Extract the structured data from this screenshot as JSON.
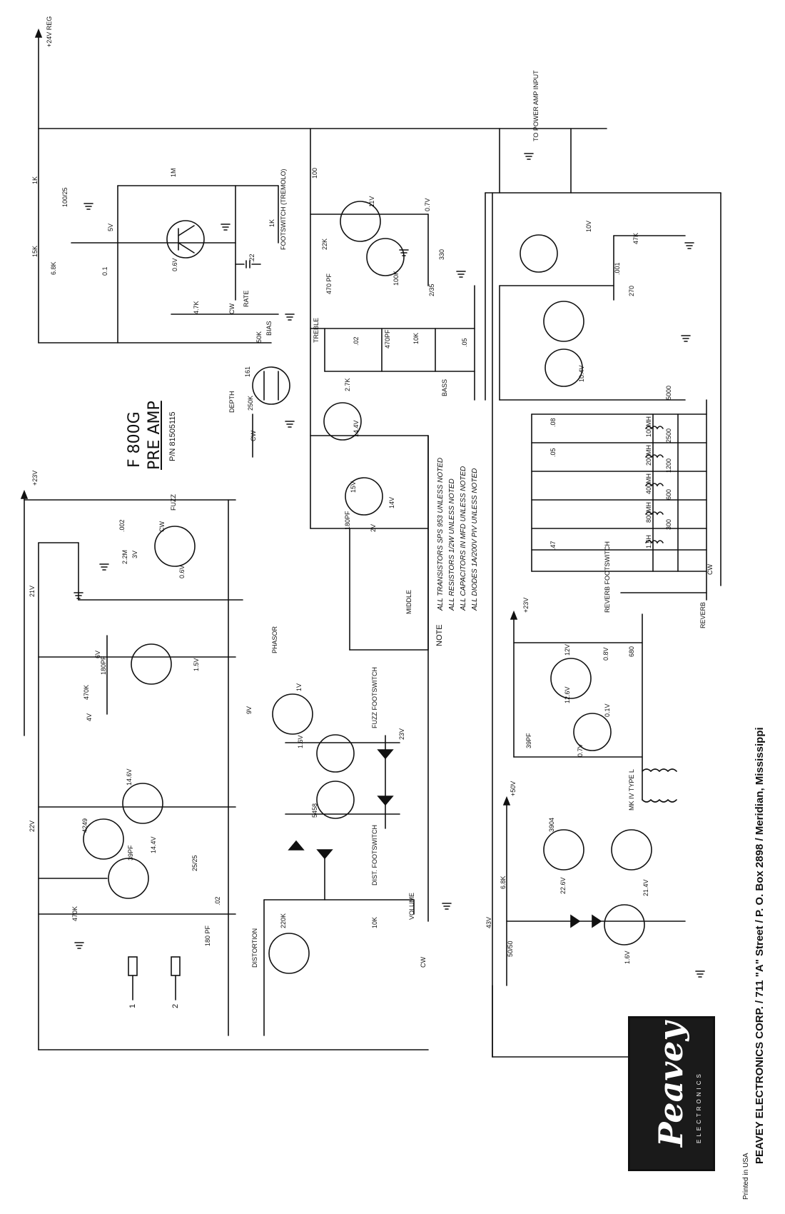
{
  "title": {
    "model": "F 800G",
    "subtitle": "PRE AMP",
    "part_number": "P/N 81505115"
  },
  "notes": {
    "heading": "NOTE",
    "lines": [
      "ALL TRANSISTORS SPS 953 UNLESS NOTED",
      "ALL RESISTORS 1/2W UNLESS NOTED",
      "ALL CAPACITORS IN MFD UNLESS NOTED",
      "ALL DIODES 1A/200V PIV UNLESS NOTED"
    ]
  },
  "rails": {
    "reg24": "+24V REG",
    "v23_top": "+23V",
    "v23_reverb": "+23V",
    "v50": "+50V",
    "power_amp": "TO POWER AMP INPUT"
  },
  "controls": {
    "rate": "RATE",
    "bias": "BIAS",
    "depth": "DEPTH",
    "treble": "TREBLE",
    "bass": "BASS",
    "middle": "MIDDLE",
    "fuzz": "FUZZ",
    "phasor": "PHASOR",
    "distortion": "DISTORTION",
    "volume": "VOLUME",
    "reverb": "REVERB",
    "reverb_fs": "REVERB FOOTSWITCH",
    "fuzz_fs": "FUZZ FOOTSWITCH",
    "dist_fs": "DIST. FOOTSWITCH",
    "trem_fs": "FOOTSWITCH (TREMOLO)",
    "cw": "CW",
    "tank": "MK IV TYPE L",
    "input1": "1",
    "input2": "2"
  },
  "components": [
    {
      "text": "1K"
    },
    {
      "text": "100/25"
    },
    {
      "text": "15K"
    },
    {
      "text": "6.8K"
    },
    {
      "text": "0.1"
    },
    {
      "text": "5V"
    },
    {
      "text": "1M"
    },
    {
      "text": "0.6V"
    },
    {
      "text": "4.7K"
    },
    {
      "text": "50K"
    },
    {
      "text": ".22"
    },
    {
      "text": "1K"
    },
    {
      "text": "100"
    },
    {
      "text": "22K"
    },
    {
      "text": "11V"
    },
    {
      "text": "0.7V"
    },
    {
      "text": "330"
    },
    {
      "text": "470 PF"
    },
    {
      "text": "100K"
    },
    {
      "text": "2/35"
    },
    {
      "text": ".02"
    },
    {
      "text": "470PF"
    },
    {
      "text": "10K"
    },
    {
      "text": ".05"
    },
    {
      "text": "2.7K"
    },
    {
      "text": "250K"
    },
    {
      "text": "161"
    },
    {
      "text": "14.4V"
    },
    {
      "text": "15V"
    },
    {
      "text": "180PF"
    },
    {
      "text": "2V"
    },
    {
      "text": "14V"
    },
    {
      "text": "3V"
    },
    {
      "text": "2.2M"
    },
    {
      "text": "0.6V"
    },
    {
      "text": ".002"
    },
    {
      "text": "21V"
    },
    {
      "text": "180PF"
    },
    {
      "text": "470K"
    },
    {
      "text": "6V"
    },
    {
      "text": "4V"
    },
    {
      "text": "1.5V"
    },
    {
      "text": "9V"
    },
    {
      "text": "1V"
    },
    {
      "text": "1.6V"
    },
    {
      "text": "5458"
    },
    {
      "text": "14.6V"
    },
    {
      "text": "39PF"
    },
    {
      "text": "4249"
    },
    {
      "text": "22V"
    },
    {
      "text": "14.4V"
    },
    {
      "text": "25/25"
    },
    {
      "text": "470K"
    },
    {
      "text": ".02"
    },
    {
      "text": "180 PF"
    },
    {
      "text": "220K"
    },
    {
      "text": "10K"
    },
    {
      "text": "23V"
    },
    {
      "text": "0.8V"
    },
    {
      "text": "680"
    },
    {
      "text": "12V"
    },
    {
      "text": "12.6V"
    },
    {
      "text": "0.1V"
    },
    {
      "text": "39PF"
    },
    {
      "text": "0.7V"
    },
    {
      "text": "3904"
    },
    {
      "text": "22.6V"
    },
    {
      "text": "21.4V"
    },
    {
      "text": "6.8K"
    },
    {
      "text": "43V"
    },
    {
      "text": "50/50"
    },
    {
      "text": "1.6V"
    },
    {
      "text": "100MH"
    },
    {
      "text": "200MH"
    },
    {
      "text": "400MH"
    },
    {
      "text": "800MH"
    },
    {
      "text": "1.5H"
    },
    {
      "text": "5000"
    },
    {
      "text": "2500"
    },
    {
      "text": "1200"
    },
    {
      "text": "600"
    },
    {
      "text": "300"
    },
    {
      "text": "10V"
    },
    {
      "text": "10.4V"
    },
    {
      "text": "270"
    },
    {
      "text": ".001"
    },
    {
      "text": "47K"
    },
    {
      "text": ".08"
    },
    {
      "text": ".05"
    },
    {
      "text": ".47"
    }
  ],
  "footer": {
    "company": "PEAVEY ELECTRONICS CORP. / 711 \"A\" Street / P. O. Box 2898 / Meridian, Mississippi",
    "printed": "Printed in USA"
  },
  "logo": {
    "word": "Peavey",
    "sub": "ELECTRONICS"
  }
}
